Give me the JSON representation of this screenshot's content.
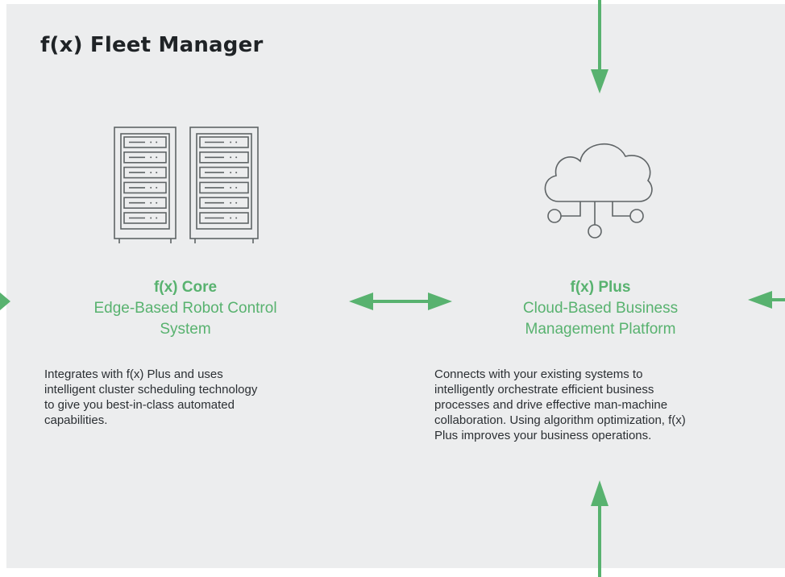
{
  "title": "f(x) Fleet Manager",
  "core": {
    "name": "f(x) Core",
    "subtitle_line1": "Edge-Based Robot Control",
    "subtitle_line2": "System",
    "description_lines": [
      "Integrates with f(x) Plus and uses",
      "intelligent cluster scheduling technology",
      "to give you best-in-class automated",
      "capabilities."
    ]
  },
  "plus": {
    "name": "f(x) Plus",
    "subtitle_line1": "Cloud-Based Business",
    "subtitle_line2": "Management Platform",
    "description_lines": [
      "Connects with your existing systems to",
      "intelligently orchestrate efficient business",
      "processes and drive effective man-machine",
      "collaboration. Using algorithm optimization, f(x)",
      "Plus improves your business operations."
    ]
  },
  "colors": {
    "accent": "#58b26f",
    "panel": "#ecedee",
    "icon": "#5f6466",
    "text": "#2b2f33"
  },
  "icons": {
    "core": "server-rack-icon",
    "plus": "cloud-network-icon"
  }
}
